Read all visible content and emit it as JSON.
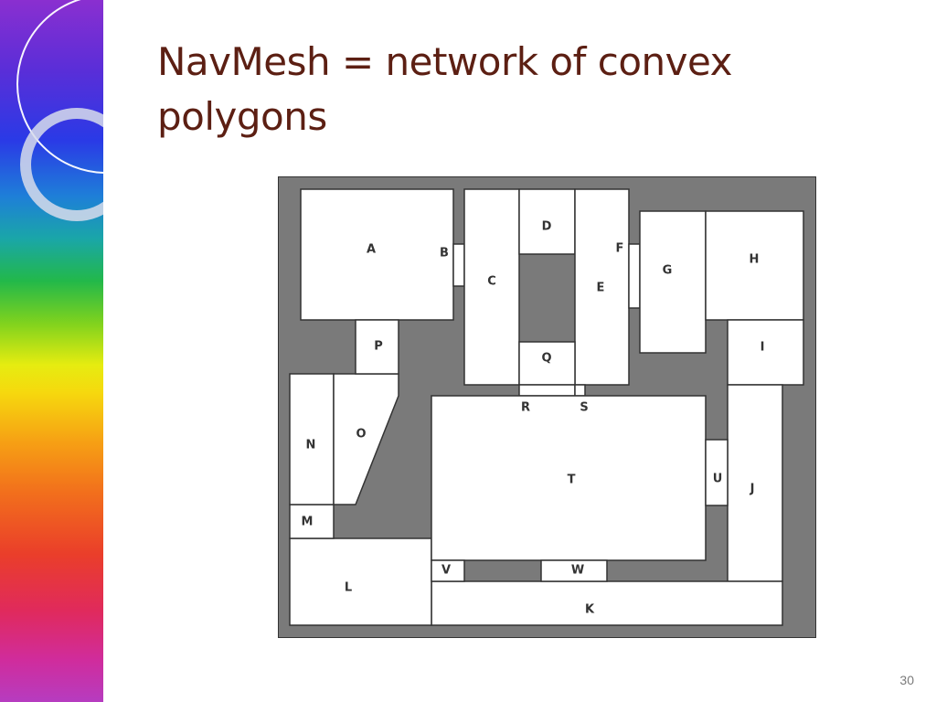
{
  "slide": {
    "title": "NavMesh = network of convex polygons",
    "page_number": "30"
  },
  "colors": {
    "title": "#5c1f13",
    "obstacle": "#7a7a7a",
    "polygon_fill": "#ffffff",
    "polygon_stroke": "#333333"
  },
  "diagram": {
    "labels": [
      "A",
      "B",
      "C",
      "D",
      "E",
      "F",
      "G",
      "H",
      "I",
      "J",
      "K",
      "L",
      "M",
      "N",
      "O",
      "P",
      "Q",
      "R",
      "S",
      "T",
      "U",
      "V",
      "W"
    ]
  }
}
